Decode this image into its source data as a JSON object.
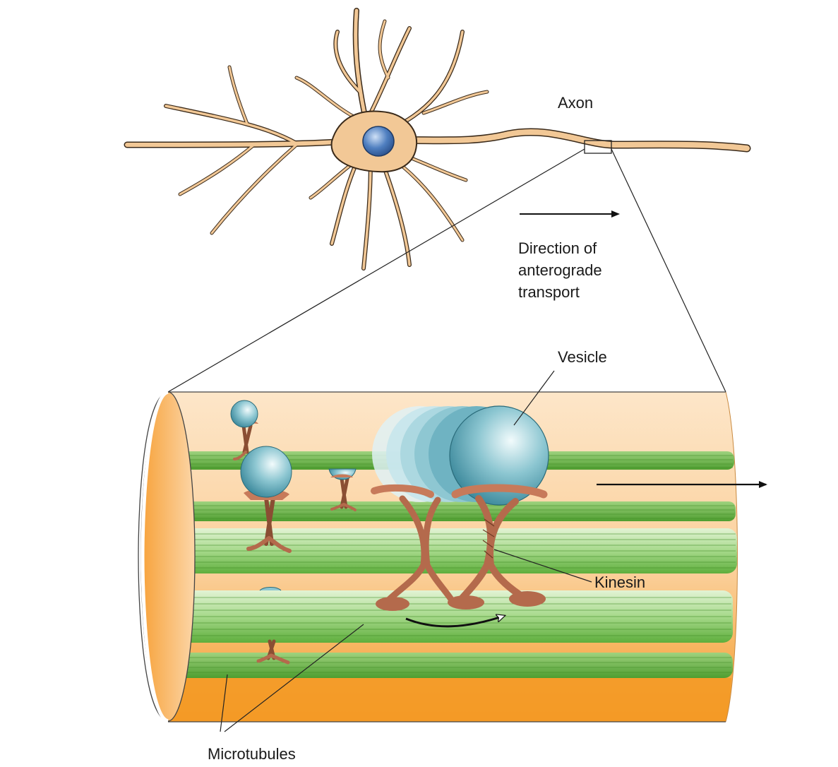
{
  "labels": {
    "axon": "Axon",
    "direction_line1": "Direction of",
    "direction_line2": "anterograde",
    "direction_line3": "transport",
    "vesicle": "Vesicle",
    "kinesin": "Kinesin",
    "microtubules": "Microtubules"
  },
  "colors": {
    "neuron_fill": "#f2c896",
    "neuron_stroke": "#3a2a1a",
    "nucleus": "#4f7fc0",
    "axon_tube": "#f8b870",
    "axon_tube_dark": "#f39a2a",
    "microtubule": "#6cbf4a",
    "microtubule_light": "#d9efc8",
    "vesicle": "#5aa8b8",
    "kinesin": "#c77a5a"
  }
}
